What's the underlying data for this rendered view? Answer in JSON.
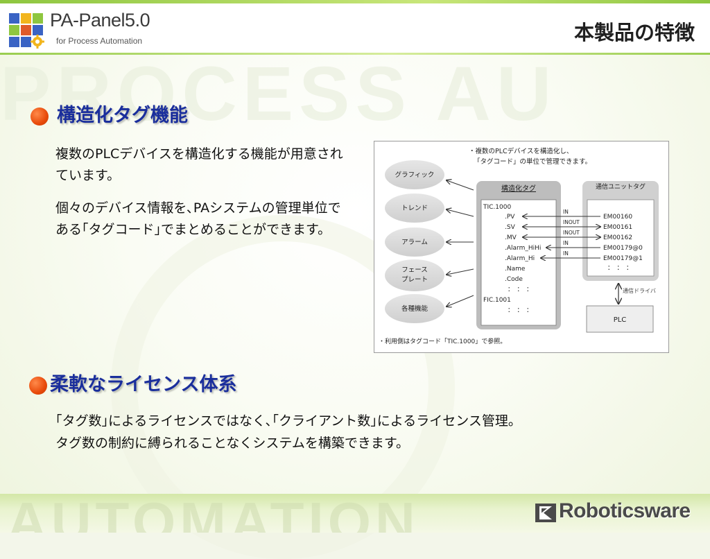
{
  "header": {
    "brand": "PA-Panel5.0",
    "brand_subtitle": "for Process Automation",
    "slide_title": "本製品の特徴"
  },
  "section1": {
    "heading": "構造化タグ機能",
    "para1": "複数のPLCデバイスを構造化する機能が用意されています。",
    "para2": "個々のデバイス情報を､PAシステムの管理単位である｢タグコード｣でまとめることができます。"
  },
  "diagram": {
    "note_top": [
      "・複数のPLCデバイスを構造化し、",
      "「タグコード」の単位で管理できます。"
    ],
    "left_items": [
      "グラフィック",
      "トレンド",
      "アラーム",
      "フェース",
      "プレート",
      "各種機能"
    ],
    "center_title": "構造化タグ",
    "tag_lines": [
      "TIC.1000",
      ".PV",
      ".SV",
      ".MV",
      ".Alarm_HiHi",
      ".Alarm_Hi",
      ".Name",
      ".Code",
      "：　：　：",
      "FIC.1001",
      "：　：　："
    ],
    "right_title": "通信ユニットタグ",
    "unit_tags": [
      "EM00160",
      "EM00161",
      "EM00162",
      "EM00179@0",
      "EM00179@1",
      "：　：　："
    ],
    "arrow_labels": [
      "IN",
      "INOUT",
      "INOUT",
      "IN",
      "IN"
    ],
    "driver_label": "通信ドライバ",
    "plc_label": "PLC",
    "note_bottom": "・利用側はタグコード「TIC.1000」で参照。"
  },
  "section2": {
    "heading": "柔軟なライセンス体系",
    "line1": "｢タグ数｣によるライセンスではなく､｢クライアント数｣によるライセンス管理。",
    "line2": "タグ数の制約に縛られることなくシステムを構築できます。"
  },
  "footer": {
    "company": "Roboticsware"
  },
  "background": {
    "watermark_top": "PROCESS AU",
    "watermark_bottom": "AUTOMATION"
  },
  "colors": {
    "accent_green": "#8ec63f",
    "heading_blue": "#1a2e9c",
    "bullet_orange": "#e84a0a"
  }
}
